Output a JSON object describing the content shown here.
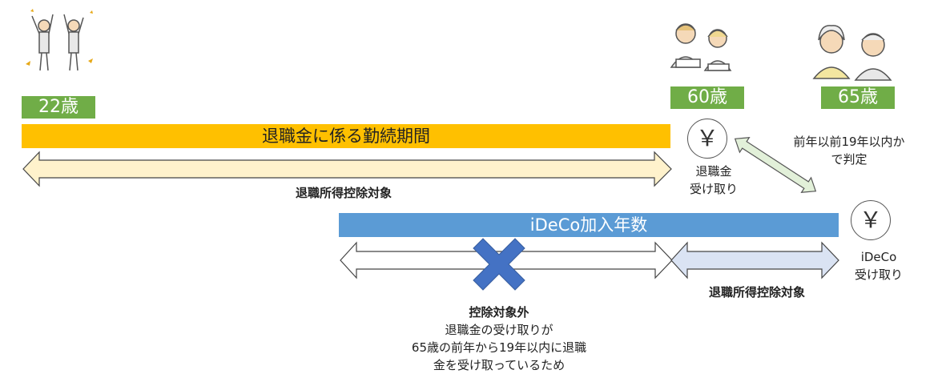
{
  "ages": {
    "a22": "22歳",
    "a60": "60歳",
    "a65": "65歳"
  },
  "bars": {
    "retirement_period": "退職金に係る勤続期間",
    "ideco_years": "iDeCo加入年数"
  },
  "labels": {
    "deduction_top": "退職所得控除対象",
    "deduction_right": "退職所得控除対象",
    "judgment_line1": "前年以前19年以内か",
    "judgment_line2": "で判定",
    "retirement_receive_line1": "退職金",
    "retirement_receive_line2": "受け取り",
    "ideco_receive_line1": "iDeCo",
    "ideco_receive_line2": "受け取り",
    "excluded_title": "控除対象外",
    "excluded_line1": "退職金の受け取りが",
    "excluded_line2": "65歳の前年から19年以内に退職",
    "excluded_line3": "金を受け取っているため"
  },
  "icons": {
    "coin_symbol": "￥",
    "retirement_coin": "yen-coin-icon",
    "ideco_coin": "yen-coin-icon",
    "young_people": "young-workers-cheering-icon",
    "middle_age_people": "couple-reading-icon",
    "elderly_people": "elderly-couple-icon",
    "cross_mark": "cross-mark-icon"
  },
  "colors": {
    "age_green": "#70ad47",
    "bar_orange": "#ffc000",
    "bar_blue": "#5b9bd5",
    "arrow_light_orange": "#fff2cc",
    "arrow_light_blue": "#dae3f3",
    "arrow_green": "#e2f0d9",
    "cross_blue": "#4472c4"
  }
}
